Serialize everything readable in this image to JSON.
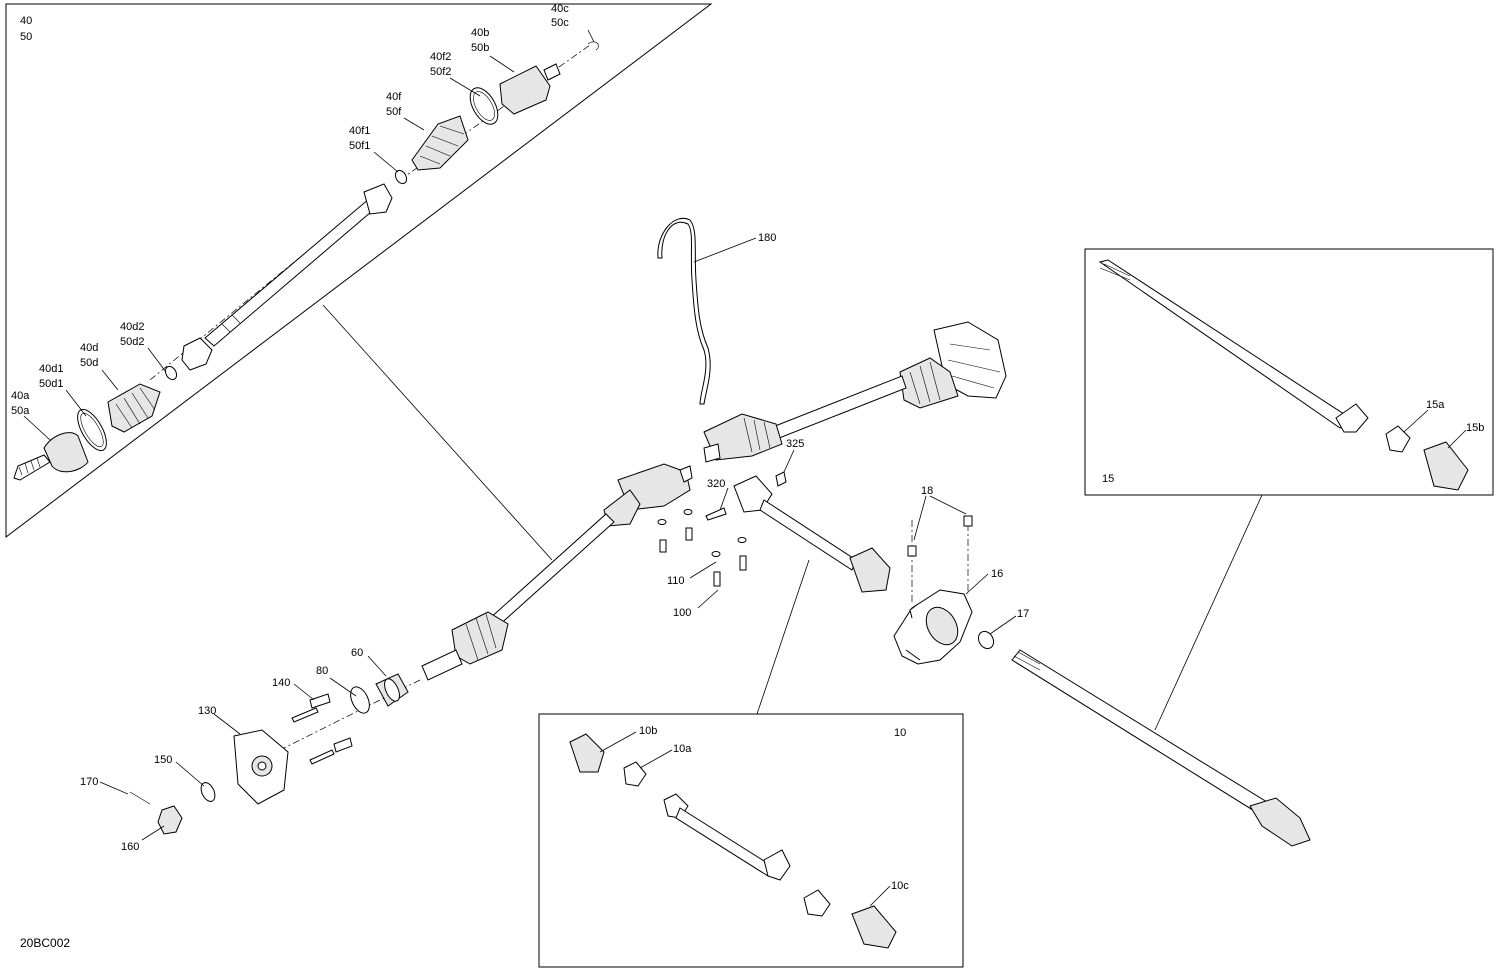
{
  "diagram_code": "20BC002",
  "frames": {
    "rear_shaft_inset": {
      "label_1": "40",
      "label_2": "50"
    },
    "shaft_15_inset": {
      "label": "15"
    },
    "shaft_10_inset": {
      "label": "10"
    }
  },
  "callouts": {
    "c40c": [
      "40c",
      "50c"
    ],
    "c40b": [
      "40b",
      "50b"
    ],
    "c40f2": [
      "40f2",
      "50f2"
    ],
    "c40f": [
      "40f",
      "50f"
    ],
    "c40f1": [
      "40f1",
      "50f1"
    ],
    "c40d2": [
      "40d2",
      "50d2"
    ],
    "c40d": [
      "40d",
      "50d"
    ],
    "c40d1": [
      "40d1",
      "50d1"
    ],
    "c40a": [
      "40a",
      "50a"
    ],
    "c180": "180",
    "c325": "325",
    "c320": "320",
    "c18": "18",
    "c16": "16",
    "c17": "17",
    "c110": "110",
    "c100": "100",
    "c60": "60",
    "c80": "80",
    "c140": "140",
    "c130": "130",
    "c150": "150",
    "c170": "170",
    "c160": "160",
    "c15a": "15a",
    "c15b": "15b",
    "c10b": "10b",
    "c10a": "10a",
    "c10c": "10c"
  }
}
